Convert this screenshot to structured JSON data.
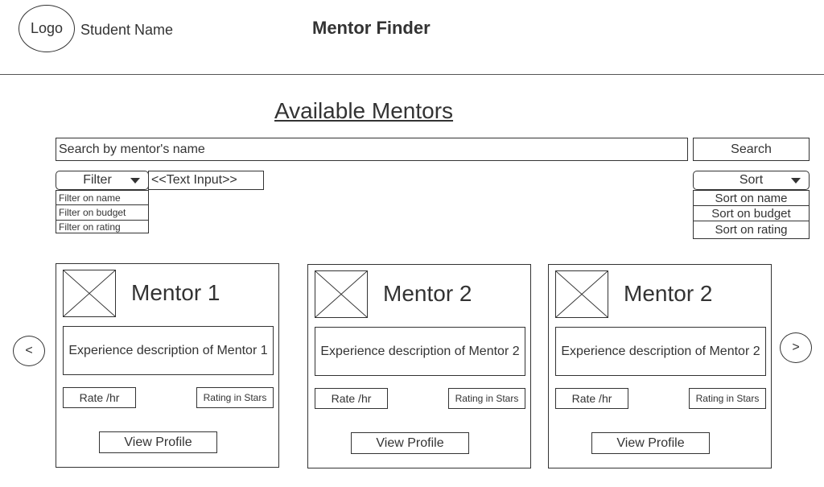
{
  "header": {
    "logo_text": "Logo",
    "student_name": "Student Name",
    "app_title": "Mentor Finder"
  },
  "main": {
    "heading": "Available Mentors",
    "search": {
      "placeholder": "Search by mentor's name",
      "button_label": "Search"
    },
    "filter": {
      "label": "Filter",
      "text_input": "<<Text Input>>",
      "options": [
        "Filter on name",
        "Filter on budget",
        "Filter on rating"
      ]
    },
    "sort": {
      "label": "Sort",
      "options": [
        "Sort on name",
        "Sort on budget",
        "Sort on rating"
      ]
    },
    "cards": [
      {
        "name": "Mentor 1",
        "description": "Experience description of Mentor 1",
        "rate": "Rate /hr",
        "rating": "Rating in Stars",
        "action": "View Profile"
      },
      {
        "name": "Mentor 2",
        "description": "Experience description of Mentor 2",
        "rate": "Rate /hr",
        "rating": "Rating in Stars",
        "action": "View Profile"
      },
      {
        "name": "Mentor 2",
        "description": "Experience description of Mentor 2",
        "rate": "Rate /hr",
        "rating": "Rating in Stars",
        "action": "View Profile"
      }
    ],
    "carousel": {
      "prev_label": "<",
      "next_label": ">"
    }
  }
}
